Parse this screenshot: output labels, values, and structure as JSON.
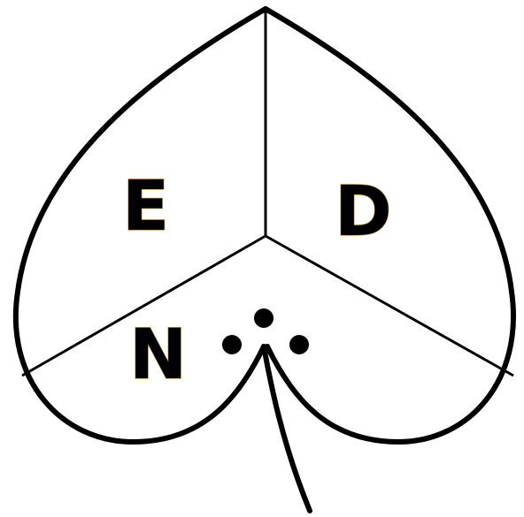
{
  "diagram": {
    "labels": {
      "region_top_left": "E",
      "region_top_right": "D",
      "region_bottom": "N"
    },
    "colors": {
      "stroke": "#000000",
      "background": "#ffffff",
      "label_fill": "#000000",
      "label_outline": "#b98a2a"
    },
    "dot_count": 3
  }
}
